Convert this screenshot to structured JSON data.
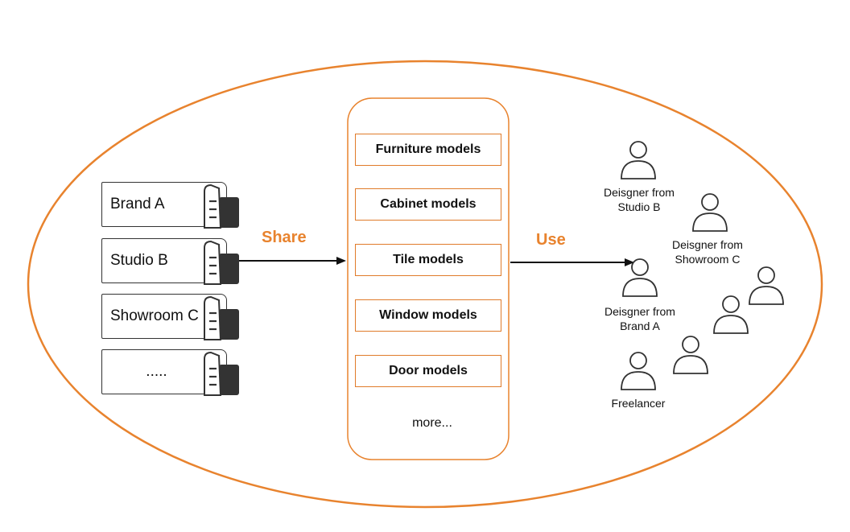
{
  "colors": {
    "accent": "#E8832E",
    "ink": "#111111",
    "icon_dark": "#333333"
  },
  "sources": [
    {
      "label": "Brand A"
    },
    {
      "label": "Studio B"
    },
    {
      "label": "Showroom C"
    },
    {
      "label": "....."
    }
  ],
  "actions": {
    "share": "Share",
    "use": "Use"
  },
  "models": {
    "items": [
      {
        "label": "Furniture models"
      },
      {
        "label": "Cabinet models"
      },
      {
        "label": "Tile models"
      },
      {
        "label": "Window models"
      },
      {
        "label": "Door models"
      }
    ],
    "more": "more..."
  },
  "users": [
    {
      "label": "Deisgner from\nStudio B"
    },
    {
      "label": "Deisgner from\nShowroom C"
    },
    {
      "label": "Deisgner from\nBrand A"
    },
    {
      "label": "Freelancer"
    }
  ]
}
